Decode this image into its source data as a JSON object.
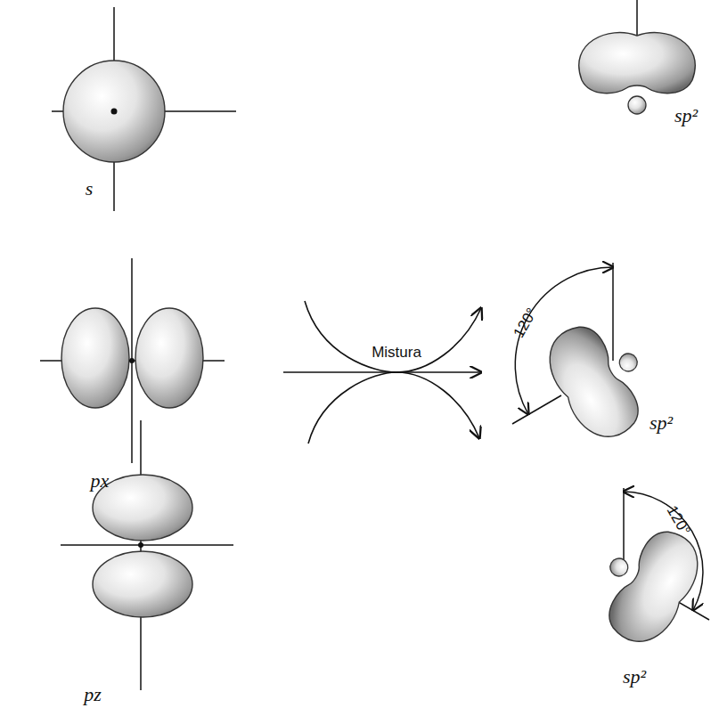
{
  "diagram": {
    "labels": [
      "s",
      "sp²",
      "px",
      "Mistura",
      "120°",
      "sp²",
      "pz",
      "120°",
      "sp²"
    ]
  }
}
